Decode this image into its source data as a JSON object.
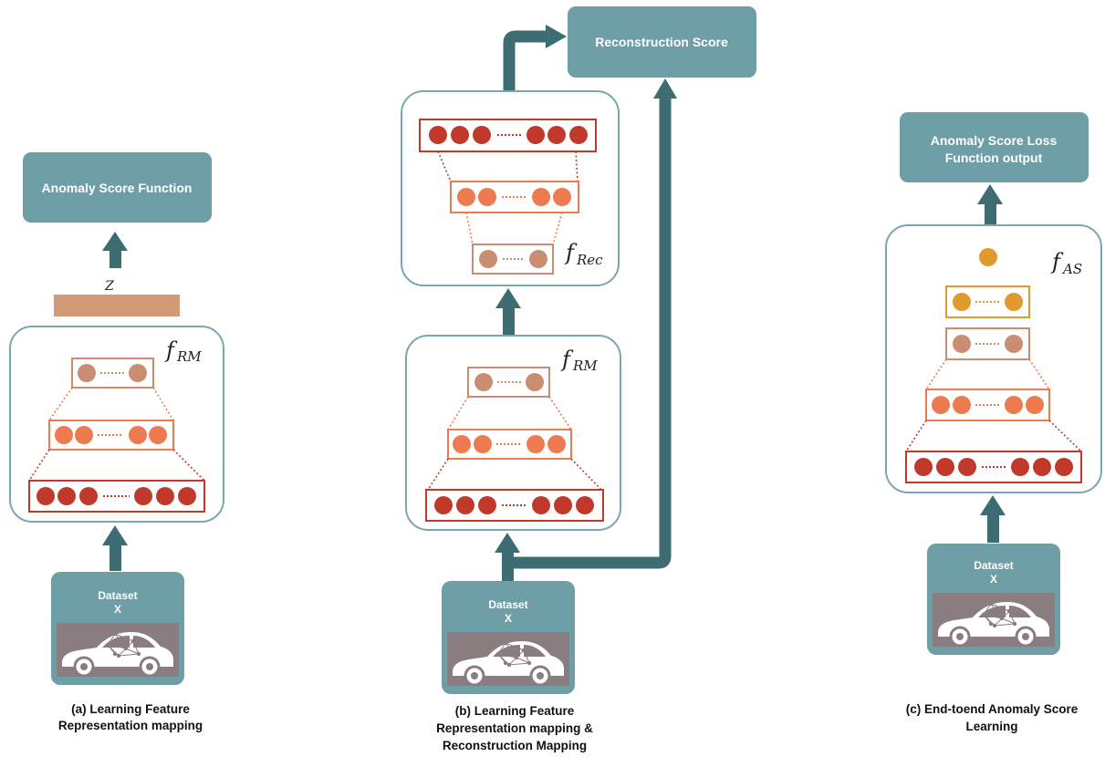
{
  "panel_a": {
    "score_box": "Anomaly Score Function",
    "z_label": "Z",
    "f_main": "f",
    "f_sub": "RM",
    "dataset_line1": "Dataset",
    "dataset_line2": "X",
    "caption_line1": "(a) Learning Feature",
    "caption_line2": "Representation mapping"
  },
  "panel_b": {
    "score_box": "Reconstruction Score",
    "f_rec_main": "f",
    "f_rec_sub": "Rec",
    "f_rm_main": "f",
    "f_rm_sub": "RM",
    "dataset_line1": "Dataset",
    "dataset_line2": "X",
    "caption_line1": "(b) Learning Feature",
    "caption_line2": "Representation mapping &",
    "caption_line3": "Reconstruction Mapping"
  },
  "panel_c": {
    "score_box_line1": "Anomaly Score Loss",
    "score_box_line2": "Function output",
    "f_main": "f",
    "f_sub": "AS",
    "dataset_line1": "Dataset",
    "dataset_line2": "X",
    "caption_line1": "(c) End-toend Anomaly Score",
    "caption_line2": "Learning"
  },
  "colors": {
    "teal_box": "#6e9ea6",
    "arrow": "#3d6d72",
    "panel_border": "#7aa6ae",
    "dark_red": "#c0392b",
    "orange": "#ee7a50",
    "tan": "#c98e72",
    "gold": "#e09a2e",
    "z_bar": "#d39a78",
    "car_bg": "#8a7d80"
  }
}
